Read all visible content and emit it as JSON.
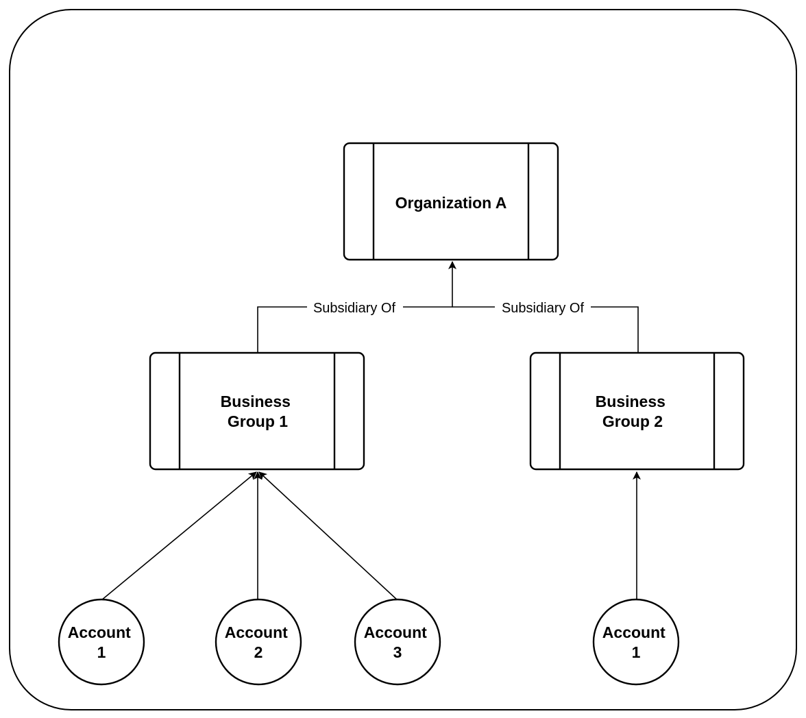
{
  "colors": {
    "stroke": "#000000",
    "background": "#ffffff",
    "label_background": "#ffffff"
  },
  "nodes": {
    "organization": {
      "lines": [
        "Organization A"
      ]
    },
    "business_group_1": {
      "lines": [
        "Business",
        "Group 1"
      ]
    },
    "business_group_2": {
      "lines": [
        "Business",
        "Group 2"
      ]
    },
    "account_1": {
      "lines": [
        "Account",
        "1"
      ]
    },
    "account_2": {
      "lines": [
        "Account",
        "2"
      ]
    },
    "account_3": {
      "lines": [
        "Account",
        "3"
      ]
    },
    "account_1_group2": {
      "lines": [
        "Account",
        "1"
      ]
    }
  },
  "edges": {
    "left_label": "Subsidiary Of",
    "right_label": "Subsidiary Of"
  }
}
